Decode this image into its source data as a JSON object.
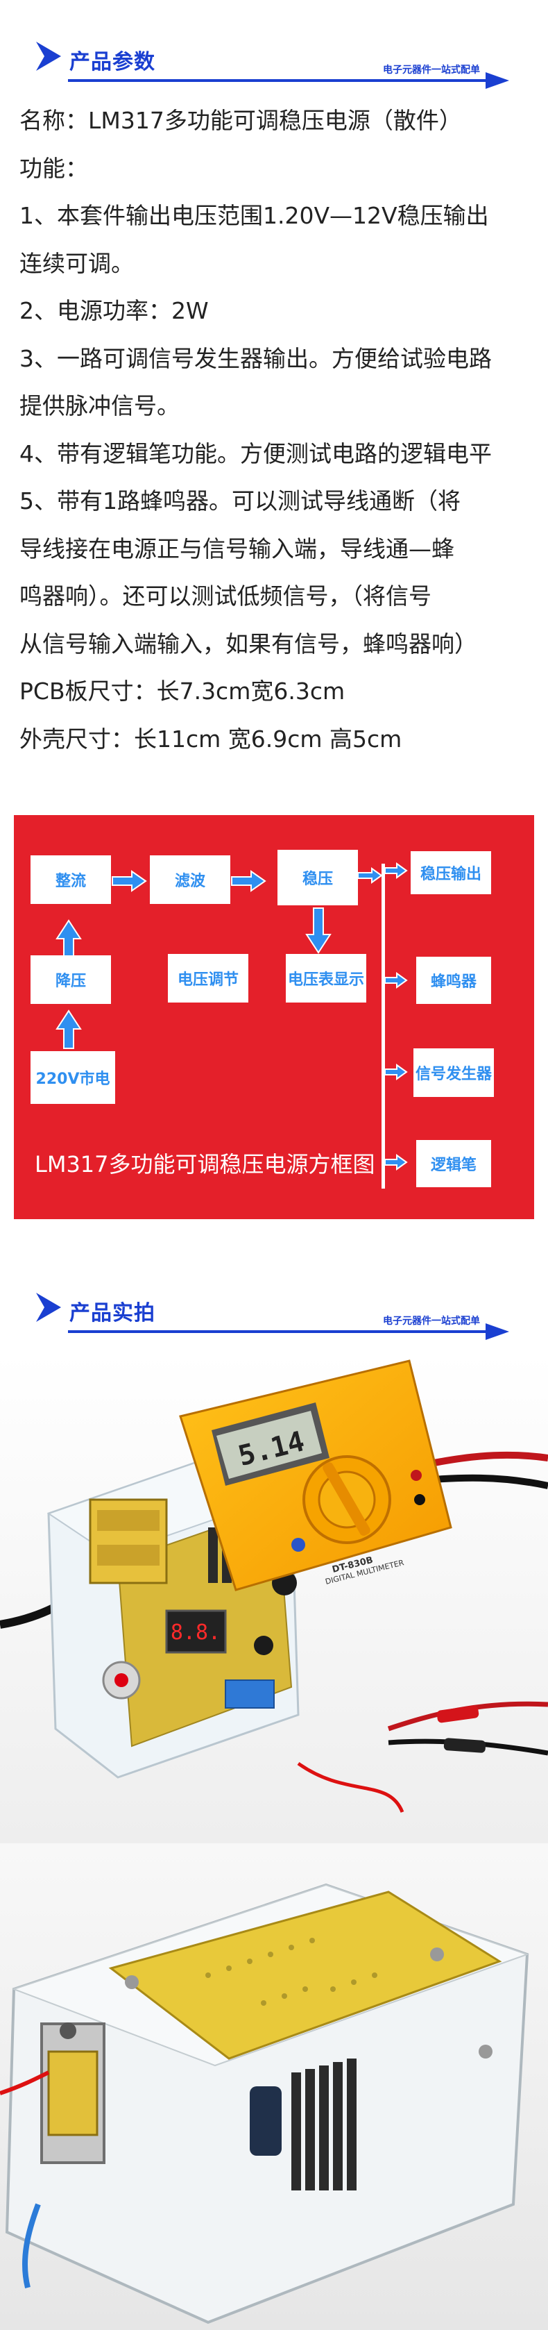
{
  "section1": {
    "title": "产品参数",
    "tag": "电子元器件一站式配单"
  },
  "specs": [
    "名称：LM317多功能可调稳压电源（散件）",
    "功能：",
    "1、本套件输出电压范围1.20V—12V稳压输出",
    "连续可调。",
    "2、电源功率：2W",
    "3、一路可调信号发生器输出。方便给试验电路",
    "提供脉冲信号。",
    "4、带有逻辑笔功能。方便测试电路的逻辑电平",
    "5、带有1路蜂鸣器。可以测试导线通断（将",
    "导线接在电源正与信号输入端，导线通—蜂",
    "鸣器响）。还可以测试低频信号，（将信号",
    "从信号输入端输入，如果有信号，蜂鸣器响）",
    "PCB板尺寸：长7.3cm宽6.3cm",
    "外壳尺寸：长11cm 宽6.9cm 高5cm"
  ],
  "diagram": {
    "title": "LM317多功能可调稳压电源方框图",
    "boxes": {
      "rectify": "整流",
      "filter": "滤波",
      "regulate": "稳压",
      "stepdown": "降压",
      "voltage_adjust": "电压调节",
      "voltmeter": "电压表显示",
      "mains": "220V市电",
      "regulated_out": "稳压输出",
      "buzzer": "蜂鸣器",
      "signal_gen": "信号发生器",
      "logic_pen": "逻辑笔"
    },
    "colors": {
      "background": "#e4202a",
      "box_text": "#2f8ff0",
      "arrow": "#2f8ff0"
    }
  },
  "section2": {
    "title": "产品实拍",
    "tag": "电子元器件一站式配单"
  },
  "photo1": {
    "display": "5.14",
    "meter_model": "DT-830B",
    "meter_label": "DIGITAL MULTIMETER"
  }
}
